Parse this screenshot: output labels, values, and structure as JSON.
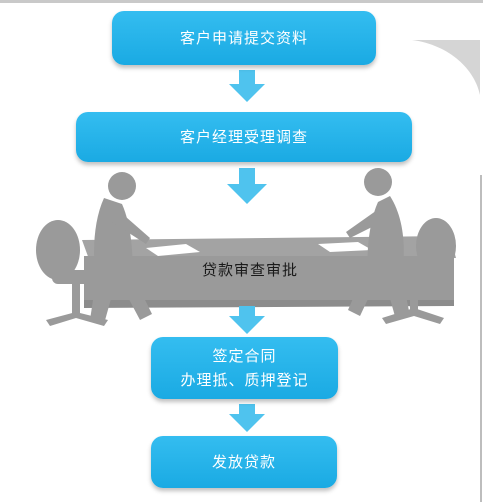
{
  "flow": {
    "steps": [
      {
        "lines": [
          "客户申请提交资料"
        ]
      },
      {
        "lines": [
          "客户经理受理调查"
        ]
      },
      {
        "lines": [
          "贷款审查审批"
        ]
      },
      {
        "lines": [
          "签定合同",
          "办理抵、质押登记"
        ]
      },
      {
        "lines": [
          "发放贷款"
        ]
      }
    ]
  },
  "colors": {
    "box_fill": "#1eaee6",
    "box_text": "#ffffff",
    "arrow": "#4fc3ee",
    "silhouette": "#9a9a9a",
    "paper": "#ffffff"
  },
  "icons": [
    "person-at-desk-icon",
    "office-chair-icon",
    "meeting-table-icon",
    "flow-arrow-down-icon"
  ]
}
